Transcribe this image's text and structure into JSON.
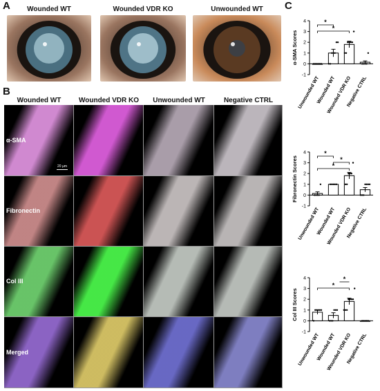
{
  "panel_a": {
    "letter": "A",
    "photos": [
      {
        "title": "Wounded WT",
        "iris": "#4a6f80",
        "haze": "#a9c9d4"
      },
      {
        "title": "Wounded VDR KO",
        "iris": "#4f7486",
        "haze": "#b8d6df"
      },
      {
        "title": "Unwounded WT",
        "iris": "#5a3a22",
        "haze": "#3a4048"
      }
    ]
  },
  "panel_b": {
    "letter": "B",
    "columns": [
      "Wounded WT",
      "Wounded VDR KO",
      "Unwounded WT",
      "Negative CTRL"
    ],
    "rows": [
      "α-SMA",
      "Fibronectin",
      "Col III",
      "Merged"
    ],
    "scale_bar": "20 µm"
  },
  "panel_c": {
    "letter": "C"
  },
  "chart_data": [
    {
      "type": "bar",
      "ylabel": "α-SMA Scores",
      "categories": [
        "Unwounded WT",
        "Wounded WT",
        "Wounded VDR KO",
        "Negative CTRL"
      ],
      "values": [
        0.0,
        1.0,
        1.8,
        0.15
      ],
      "errors": [
        0.0,
        0.35,
        0.3,
        0.12
      ],
      "points": [
        [
          0,
          0,
          0,
          0,
          0,
          0
        ],
        [
          0,
          0,
          1,
          1,
          1,
          2,
          2
        ],
        [
          1,
          1,
          2,
          2,
          2,
          2,
          3
        ],
        [
          0,
          0,
          0,
          0,
          1
        ]
      ],
      "ylim": [
        -1,
        4
      ],
      "yticks": [
        -1,
        0,
        1,
        2,
        3,
        4
      ],
      "significance": [
        {
          "from": 0,
          "to": 1,
          "label": "*"
        },
        {
          "from": 0,
          "to": 2,
          "label": "*"
        }
      ]
    },
    {
      "type": "bar",
      "ylabel": "Fibronectin Scores",
      "categories": [
        "Unwounded WT",
        "Wounded WT",
        "Wounded VDR KO",
        "Negative CTRL"
      ],
      "values": [
        0.15,
        1.0,
        1.8,
        0.5
      ],
      "errors": [
        0.15,
        0.0,
        0.3,
        0.2
      ],
      "points": [
        [
          0,
          0,
          0,
          0,
          1
        ],
        [
          1,
          1,
          1,
          1,
          1
        ],
        [
          1,
          1,
          2,
          2,
          2,
          3
        ],
        [
          0,
          0,
          0,
          1,
          1,
          1,
          1
        ]
      ],
      "ylim": [
        -1,
        4
      ],
      "yticks": [
        -1,
        0,
        1,
        2,
        3,
        4
      ],
      "significance": [
        {
          "from": 0,
          "to": 1,
          "label": "*"
        },
        {
          "from": 1,
          "to": 2,
          "label": "*"
        },
        {
          "from": 0,
          "to": 2,
          "label": "*"
        }
      ]
    },
    {
      "type": "bar",
      "ylabel": "Col III Scores",
      "categories": [
        "Unwounded WT",
        "Wounded WT",
        "Wounded VDR KO",
        "Negative CTRL"
      ],
      "values": [
        0.8,
        0.5,
        1.8,
        0.0
      ],
      "errors": [
        0.2,
        0.25,
        0.3,
        0.0
      ],
      "points": [
        [
          0,
          1,
          1,
          1,
          1,
          1
        ],
        [
          0,
          0,
          0,
          1,
          1,
          1
        ],
        [
          1,
          1,
          1,
          2,
          2,
          2,
          2,
          3
        ],
        [
          0,
          0,
          0,
          0,
          0
        ]
      ],
      "ylim": [
        -1,
        4
      ],
      "yticks": [
        -1,
        0,
        1,
        2,
        3,
        4
      ],
      "significance": [
        {
          "from": 2,
          "to": 2,
          "label": "*"
        },
        {
          "from": 0,
          "to": 2,
          "label": "*"
        }
      ]
    }
  ]
}
